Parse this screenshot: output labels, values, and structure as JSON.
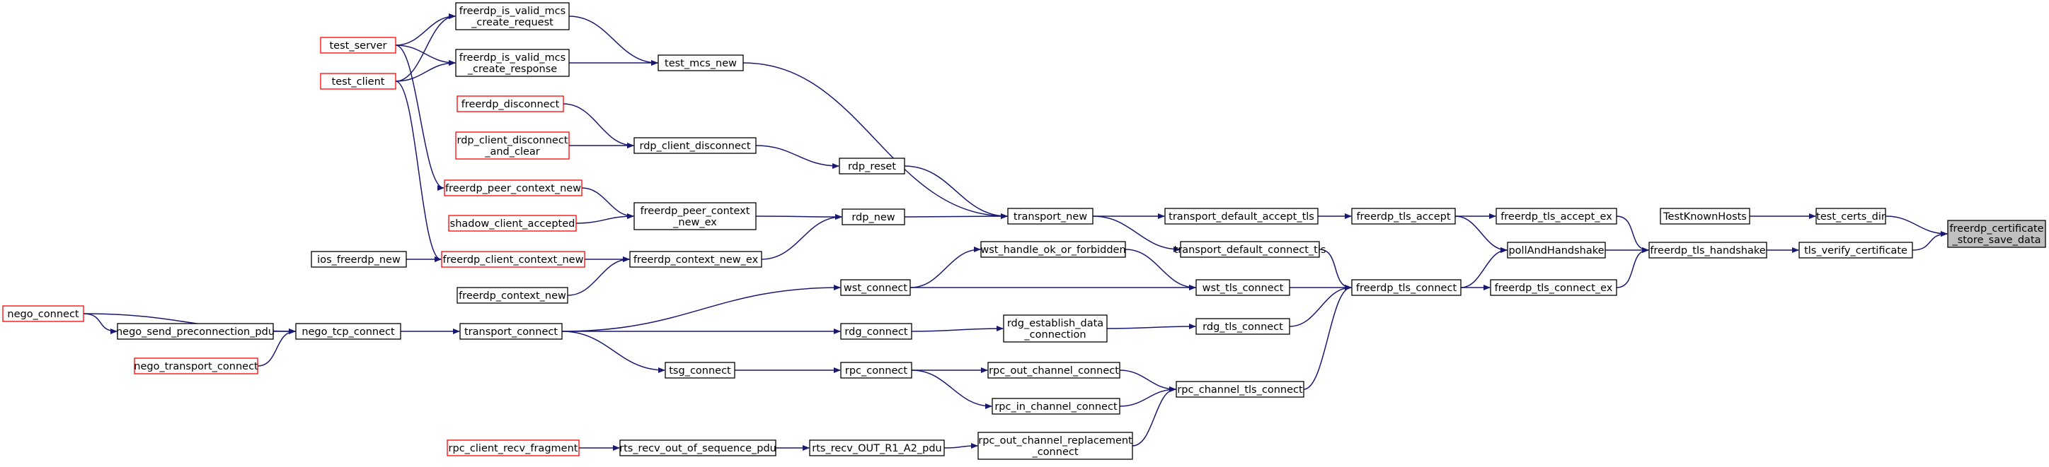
{
  "diagram": {
    "type": "call-graph",
    "colors": {
      "edge": "#191970",
      "node_border": "#000000",
      "external_node_border": "#ff0000",
      "focus_fill": "#bfbfbf"
    },
    "nodes": [
      {
        "id": "focus",
        "lines": [
          "freerdp_certificate",
          "_store_save_data"
        ],
        "style": "focus"
      },
      {
        "id": "test_certs_dir",
        "lines": [
          "test_certs_dir"
        ],
        "style": "normal"
      },
      {
        "id": "TestKnownHosts",
        "lines": [
          "TestKnownHosts"
        ],
        "style": "normal"
      },
      {
        "id": "tls_verify_certificate",
        "lines": [
          "tls_verify_certificate"
        ],
        "style": "normal"
      },
      {
        "id": "freerdp_tls_handshake",
        "lines": [
          "freerdp_tls_handshake"
        ],
        "style": "normal"
      },
      {
        "id": "freerdp_tls_accept_ex",
        "lines": [
          "freerdp_tls_accept_ex"
        ],
        "style": "normal"
      },
      {
        "id": "pollAndHandshake",
        "lines": [
          "pollAndHandshake"
        ],
        "style": "normal"
      },
      {
        "id": "freerdp_tls_connect_ex",
        "lines": [
          "freerdp_tls_connect_ex"
        ],
        "style": "normal"
      },
      {
        "id": "freerdp_tls_accept",
        "lines": [
          "freerdp_tls_accept"
        ],
        "style": "normal"
      },
      {
        "id": "freerdp_tls_connect",
        "lines": [
          "freerdp_tls_connect"
        ],
        "style": "normal"
      },
      {
        "id": "transport_default_accept_tls",
        "lines": [
          "transport_default_accept_tls"
        ],
        "style": "normal"
      },
      {
        "id": "transport_default_connect_tls",
        "lines": [
          "transport_default_connect_tls"
        ],
        "style": "normal"
      },
      {
        "id": "wst_tls_connect",
        "lines": [
          "wst_tls_connect"
        ],
        "style": "normal"
      },
      {
        "id": "rdg_tls_connect",
        "lines": [
          "rdg_tls_connect"
        ],
        "style": "normal"
      },
      {
        "id": "rpc_channel_tls_connect",
        "lines": [
          "rpc_channel_tls_connect"
        ],
        "style": "normal"
      },
      {
        "id": "transport_new",
        "lines": [
          "transport_new"
        ],
        "style": "normal"
      },
      {
        "id": "wst_handle_ok_or_forbidden",
        "lines": [
          "wst_handle_ok_or_forbidden"
        ],
        "style": "normal"
      },
      {
        "id": "wst_connect",
        "lines": [
          "wst_connect"
        ],
        "style": "normal"
      },
      {
        "id": "rdg_establish_data_connection",
        "lines": [
          "rdg_establish_data",
          "_connection"
        ],
        "style": "normal"
      },
      {
        "id": "rdg_connect",
        "lines": [
          "rdg_connect"
        ],
        "style": "normal"
      },
      {
        "id": "rpc_out_channel_connect",
        "lines": [
          "rpc_out_channel_connect"
        ],
        "style": "normal"
      },
      {
        "id": "rpc_in_channel_connect",
        "lines": [
          "rpc_in_channel_connect"
        ],
        "style": "normal"
      },
      {
        "id": "rpc_out_channel_replacement_connect",
        "lines": [
          "rpc_out_channel_replacement",
          "_connect"
        ],
        "style": "normal"
      },
      {
        "id": "rpc_connect",
        "lines": [
          "rpc_connect"
        ],
        "style": "normal"
      },
      {
        "id": "rts_recv_OUT_R1_A2_pdu",
        "lines": [
          "rts_recv_OUT_R1_A2_pdu"
        ],
        "style": "normal"
      },
      {
        "id": "rts_recv_out_of_sequence_pdu",
        "lines": [
          "rts_recv_out_of_sequence_pdu"
        ],
        "style": "normal"
      },
      {
        "id": "rpc_client_recv_fragment",
        "lines": [
          "rpc_client_recv_fragment"
        ],
        "style": "external"
      },
      {
        "id": "tsg_connect",
        "lines": [
          "tsg_connect"
        ],
        "style": "normal"
      },
      {
        "id": "transport_connect",
        "lines": [
          "transport_connect"
        ],
        "style": "normal"
      },
      {
        "id": "nego_tcp_connect",
        "lines": [
          "nego_tcp_connect"
        ],
        "style": "normal"
      },
      {
        "id": "nego_send_preconnection_pdu",
        "lines": [
          "nego_send_preconnection_pdu"
        ],
        "style": "normal"
      },
      {
        "id": "nego_transport_connect",
        "lines": [
          "nego_transport_connect"
        ],
        "style": "external"
      },
      {
        "id": "nego_connect",
        "lines": [
          "nego_connect"
        ],
        "style": "external"
      },
      {
        "id": "test_mcs_new",
        "lines": [
          "test_mcs_new"
        ],
        "style": "normal"
      },
      {
        "id": "rdp_reset",
        "lines": [
          "rdp_reset"
        ],
        "style": "normal"
      },
      {
        "id": "rdp_new",
        "lines": [
          "rdp_new"
        ],
        "style": "normal"
      },
      {
        "id": "rdp_client_disconnect",
        "lines": [
          "rdp_client_disconnect"
        ],
        "style": "normal"
      },
      {
        "id": "freerdp_peer_context_new_ex",
        "lines": [
          "freerdp_peer_context",
          "_new_ex"
        ],
        "style": "normal"
      },
      {
        "id": "freerdp_context_new_ex",
        "lines": [
          "freerdp_context_new_ex"
        ],
        "style": "normal"
      },
      {
        "id": "freerdp_is_valid_mcs_create_request",
        "lines": [
          "freerdp_is_valid_mcs",
          "_create_request"
        ],
        "style": "normal"
      },
      {
        "id": "freerdp_is_valid_mcs_create_response",
        "lines": [
          "freerdp_is_valid_mcs",
          "_create_response"
        ],
        "style": "normal"
      },
      {
        "id": "freerdp_disconnect",
        "lines": [
          "freerdp_disconnect"
        ],
        "style": "external"
      },
      {
        "id": "rdp_client_disconnect_and_clear",
        "lines": [
          "rdp_client_disconnect",
          "_and_clear"
        ],
        "style": "external"
      },
      {
        "id": "freerdp_peer_context_new",
        "lines": [
          "freerdp_peer_context_new"
        ],
        "style": "external"
      },
      {
        "id": "shadow_client_accepted",
        "lines": [
          "shadow_client_accepted"
        ],
        "style": "external"
      },
      {
        "id": "freerdp_client_context_new",
        "lines": [
          "freerdp_client_context_new"
        ],
        "style": "external"
      },
      {
        "id": "freerdp_context_new",
        "lines": [
          "freerdp_context_new"
        ],
        "style": "normal"
      },
      {
        "id": "test_server",
        "lines": [
          "test_server"
        ],
        "style": "external"
      },
      {
        "id": "test_client",
        "lines": [
          "test_client"
        ],
        "style": "external"
      },
      {
        "id": "ios_freerdp_new",
        "lines": [
          "ios_freerdp_new"
        ],
        "style": "normal"
      }
    ],
    "edges": [
      {
        "from": "test_certs_dir",
        "to": "focus"
      },
      {
        "from": "tls_verify_certificate",
        "to": "focus"
      },
      {
        "from": "TestKnownHosts",
        "to": "test_certs_dir"
      },
      {
        "from": "freerdp_tls_handshake",
        "to": "tls_verify_certificate"
      },
      {
        "from": "freerdp_tls_accept_ex",
        "to": "freerdp_tls_handshake"
      },
      {
        "from": "pollAndHandshake",
        "to": "freerdp_tls_handshake"
      },
      {
        "from": "freerdp_tls_connect_ex",
        "to": "freerdp_tls_handshake"
      },
      {
        "from": "freerdp_tls_accept",
        "to": "freerdp_tls_accept_ex"
      },
      {
        "from": "freerdp_tls_accept",
        "to": "pollAndHandshake"
      },
      {
        "from": "freerdp_tls_connect",
        "to": "pollAndHandshake"
      },
      {
        "from": "freerdp_tls_connect",
        "to": "freerdp_tls_connect_ex"
      },
      {
        "from": "transport_default_accept_tls",
        "to": "freerdp_tls_accept"
      },
      {
        "from": "transport_default_connect_tls",
        "to": "freerdp_tls_connect"
      },
      {
        "from": "wst_tls_connect",
        "to": "freerdp_tls_connect"
      },
      {
        "from": "rdg_tls_connect",
        "to": "freerdp_tls_connect"
      },
      {
        "from": "rpc_channel_tls_connect",
        "to": "freerdp_tls_connect"
      },
      {
        "from": "transport_new",
        "to": "transport_default_accept_tls"
      },
      {
        "from": "transport_new",
        "to": "transport_default_connect_tls"
      },
      {
        "from": "wst_handle_ok_or_forbidden",
        "to": "wst_tls_connect"
      },
      {
        "from": "wst_connect",
        "to": "wst_tls_connect"
      },
      {
        "from": "rdg_establish_data_connection",
        "to": "rdg_tls_connect"
      },
      {
        "from": "rpc_out_channel_connect",
        "to": "rpc_channel_tls_connect"
      },
      {
        "from": "rpc_in_channel_connect",
        "to": "rpc_channel_tls_connect"
      },
      {
        "from": "rpc_out_channel_replacement_connect",
        "to": "rpc_channel_tls_connect"
      },
      {
        "from": "wst_connect",
        "to": "wst_handle_ok_or_forbidden"
      },
      {
        "from": "rdg_connect",
        "to": "rdg_establish_data_connection"
      },
      {
        "from": "rpc_connect",
        "to": "rpc_out_channel_connect"
      },
      {
        "from": "rpc_connect",
        "to": "rpc_in_channel_connect"
      },
      {
        "from": "rts_recv_OUT_R1_A2_pdu",
        "to": "rpc_out_channel_replacement_connect"
      },
      {
        "from": "rts_recv_out_of_sequence_pdu",
        "to": "rts_recv_OUT_R1_A2_pdu"
      },
      {
        "from": "rpc_client_recv_fragment",
        "to": "rts_recv_out_of_sequence_pdu"
      },
      {
        "from": "tsg_connect",
        "to": "rpc_connect"
      },
      {
        "from": "transport_connect",
        "to": "wst_connect"
      },
      {
        "from": "transport_connect",
        "to": "rdg_connect"
      },
      {
        "from": "transport_connect",
        "to": "tsg_connect"
      },
      {
        "from": "nego_tcp_connect",
        "to": "transport_connect"
      },
      {
        "from": "nego_send_preconnection_pdu",
        "to": "nego_tcp_connect"
      },
      {
        "from": "nego_transport_connect",
        "to": "nego_tcp_connect"
      },
      {
        "from": "nego_connect",
        "to": "nego_tcp_connect"
      },
      {
        "from": "nego_connect",
        "to": "nego_send_preconnection_pdu"
      },
      {
        "from": "test_mcs_new",
        "to": "transport_new"
      },
      {
        "from": "rdp_reset",
        "to": "transport_new"
      },
      {
        "from": "rdp_new",
        "to": "transport_new"
      },
      {
        "from": "rdp_client_disconnect",
        "to": "rdp_reset"
      },
      {
        "from": "freerdp_peer_context_new_ex",
        "to": "rdp_new"
      },
      {
        "from": "freerdp_context_new_ex",
        "to": "rdp_new"
      },
      {
        "from": "freerdp_is_valid_mcs_create_request",
        "to": "test_mcs_new"
      },
      {
        "from": "freerdp_is_valid_mcs_create_response",
        "to": "test_mcs_new"
      },
      {
        "from": "freerdp_disconnect",
        "to": "rdp_client_disconnect"
      },
      {
        "from": "rdp_client_disconnect_and_clear",
        "to": "rdp_client_disconnect"
      },
      {
        "from": "freerdp_peer_context_new",
        "to": "freerdp_peer_context_new_ex"
      },
      {
        "from": "shadow_client_accepted",
        "to": "freerdp_peer_context_new_ex"
      },
      {
        "from": "freerdp_client_context_new",
        "to": "freerdp_context_new_ex"
      },
      {
        "from": "freerdp_context_new",
        "to": "freerdp_context_new_ex"
      },
      {
        "from": "test_server",
        "to": "freerdp_is_valid_mcs_create_request"
      },
      {
        "from": "test_server",
        "to": "freerdp_is_valid_mcs_create_response"
      },
      {
        "from": "test_server",
        "to": "freerdp_peer_context_new"
      },
      {
        "from": "test_client",
        "to": "freerdp_is_valid_mcs_create_request"
      },
      {
        "from": "test_client",
        "to": "freerdp_is_valid_mcs_create_response"
      },
      {
        "from": "test_client",
        "to": "freerdp_client_context_new"
      },
      {
        "from": "ios_freerdp_new",
        "to": "freerdp_client_context_new"
      }
    ]
  }
}
